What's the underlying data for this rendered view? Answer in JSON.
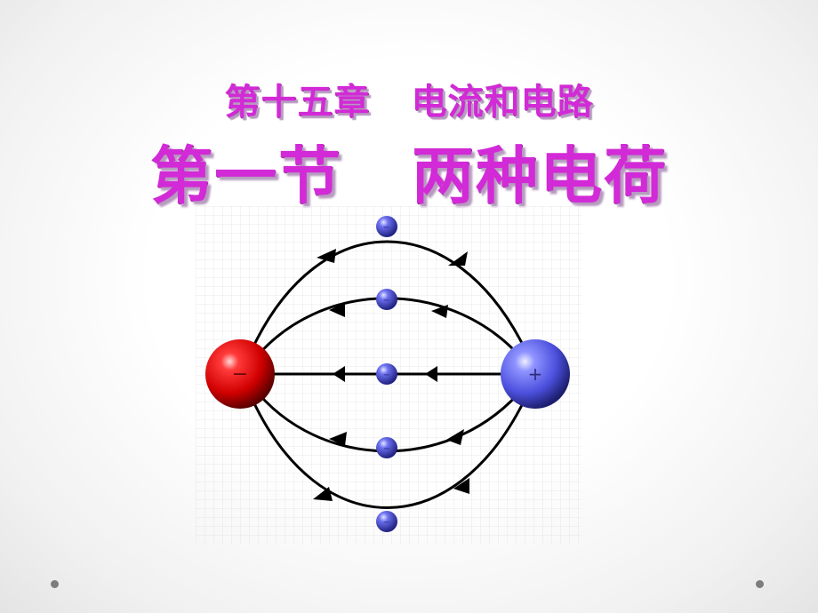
{
  "slide": {
    "chapter": {
      "number": "第十五章",
      "name": "电流和电路"
    },
    "section": {
      "number": "第一节",
      "name": "两种电荷"
    }
  },
  "diagram": {
    "negative_sign": "−",
    "positive_sign": "+",
    "test_charge_sign": "−",
    "colors": {
      "negative_charge": "#e01010",
      "positive_charge": "#5a5ef0",
      "test_charge": "#4c50d8",
      "field_line": "#000000",
      "grid": "#e2e2e2"
    }
  }
}
